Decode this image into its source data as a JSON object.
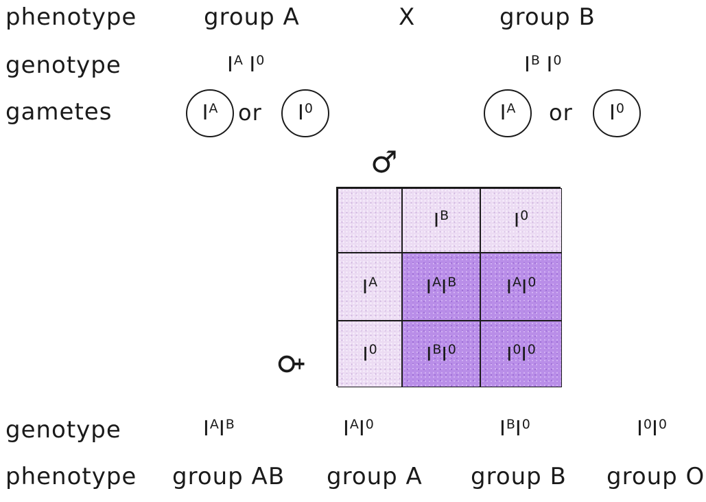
{
  "header": {
    "phenotype_label": "phenotype",
    "genotype_label": "genotype",
    "gametes_label": "gametes",
    "parent_a_phenotype": "group A",
    "cross_symbol": "X",
    "parent_b_phenotype": "group B",
    "parent_a_genotype": {
      "g1_base": "I",
      "g1_sup": "A",
      "g2_base": "I",
      "g2_sup": "0"
    },
    "parent_b_genotype": {
      "g1_base": "I",
      "g1_sup": "B",
      "g2_base": "I",
      "g2_sup": "0"
    },
    "or_word": "or",
    "gametes_a": [
      {
        "base": "I",
        "sup": "A"
      },
      {
        "base": "I",
        "sup": "0"
      }
    ],
    "gametes_b": [
      {
        "base": "I",
        "sup": "A"
      },
      {
        "base": "I",
        "sup": "0"
      }
    ]
  },
  "punnett": {
    "male_symbol": "♂",
    "female_symbol": "♀",
    "male_gametes": [
      {
        "base": "I",
        "sup": "B"
      },
      {
        "base": "I",
        "sup": "0"
      }
    ],
    "female_gametes": [
      {
        "base": "I",
        "sup": "A"
      },
      {
        "base": "I",
        "sup": "0"
      }
    ],
    "offspring": [
      [
        {
          "g1b": "I",
          "g1s": "A",
          "g2b": "I",
          "g2s": "B"
        },
        {
          "g1b": "I",
          "g1s": "A",
          "g2b": "I",
          "g2s": "0"
        }
      ],
      [
        {
          "g1b": "I",
          "g1s": "B",
          "g2b": "I",
          "g2s": "0"
        },
        {
          "g1b": "I",
          "g1s": "0",
          "g2b": "I",
          "g2s": "0"
        }
      ]
    ]
  },
  "results": {
    "genotype_label": "genotype",
    "phenotype_label": "phenotype",
    "items": [
      {
        "g1b": "I",
        "g1s": "A",
        "g2b": "I",
        "g2s": "B",
        "phenotype": "group AB"
      },
      {
        "g1b": "I",
        "g1s": "A",
        "g2b": "I",
        "g2s": "0",
        "phenotype": "group A"
      },
      {
        "g1b": "I",
        "g1s": "B",
        "g2b": "I",
        "g2s": "0",
        "phenotype": "group B"
      },
      {
        "g1b": "I",
        "g1s": "0",
        "g2b": "I",
        "g2s": "0",
        "phenotype": "group O"
      }
    ]
  }
}
